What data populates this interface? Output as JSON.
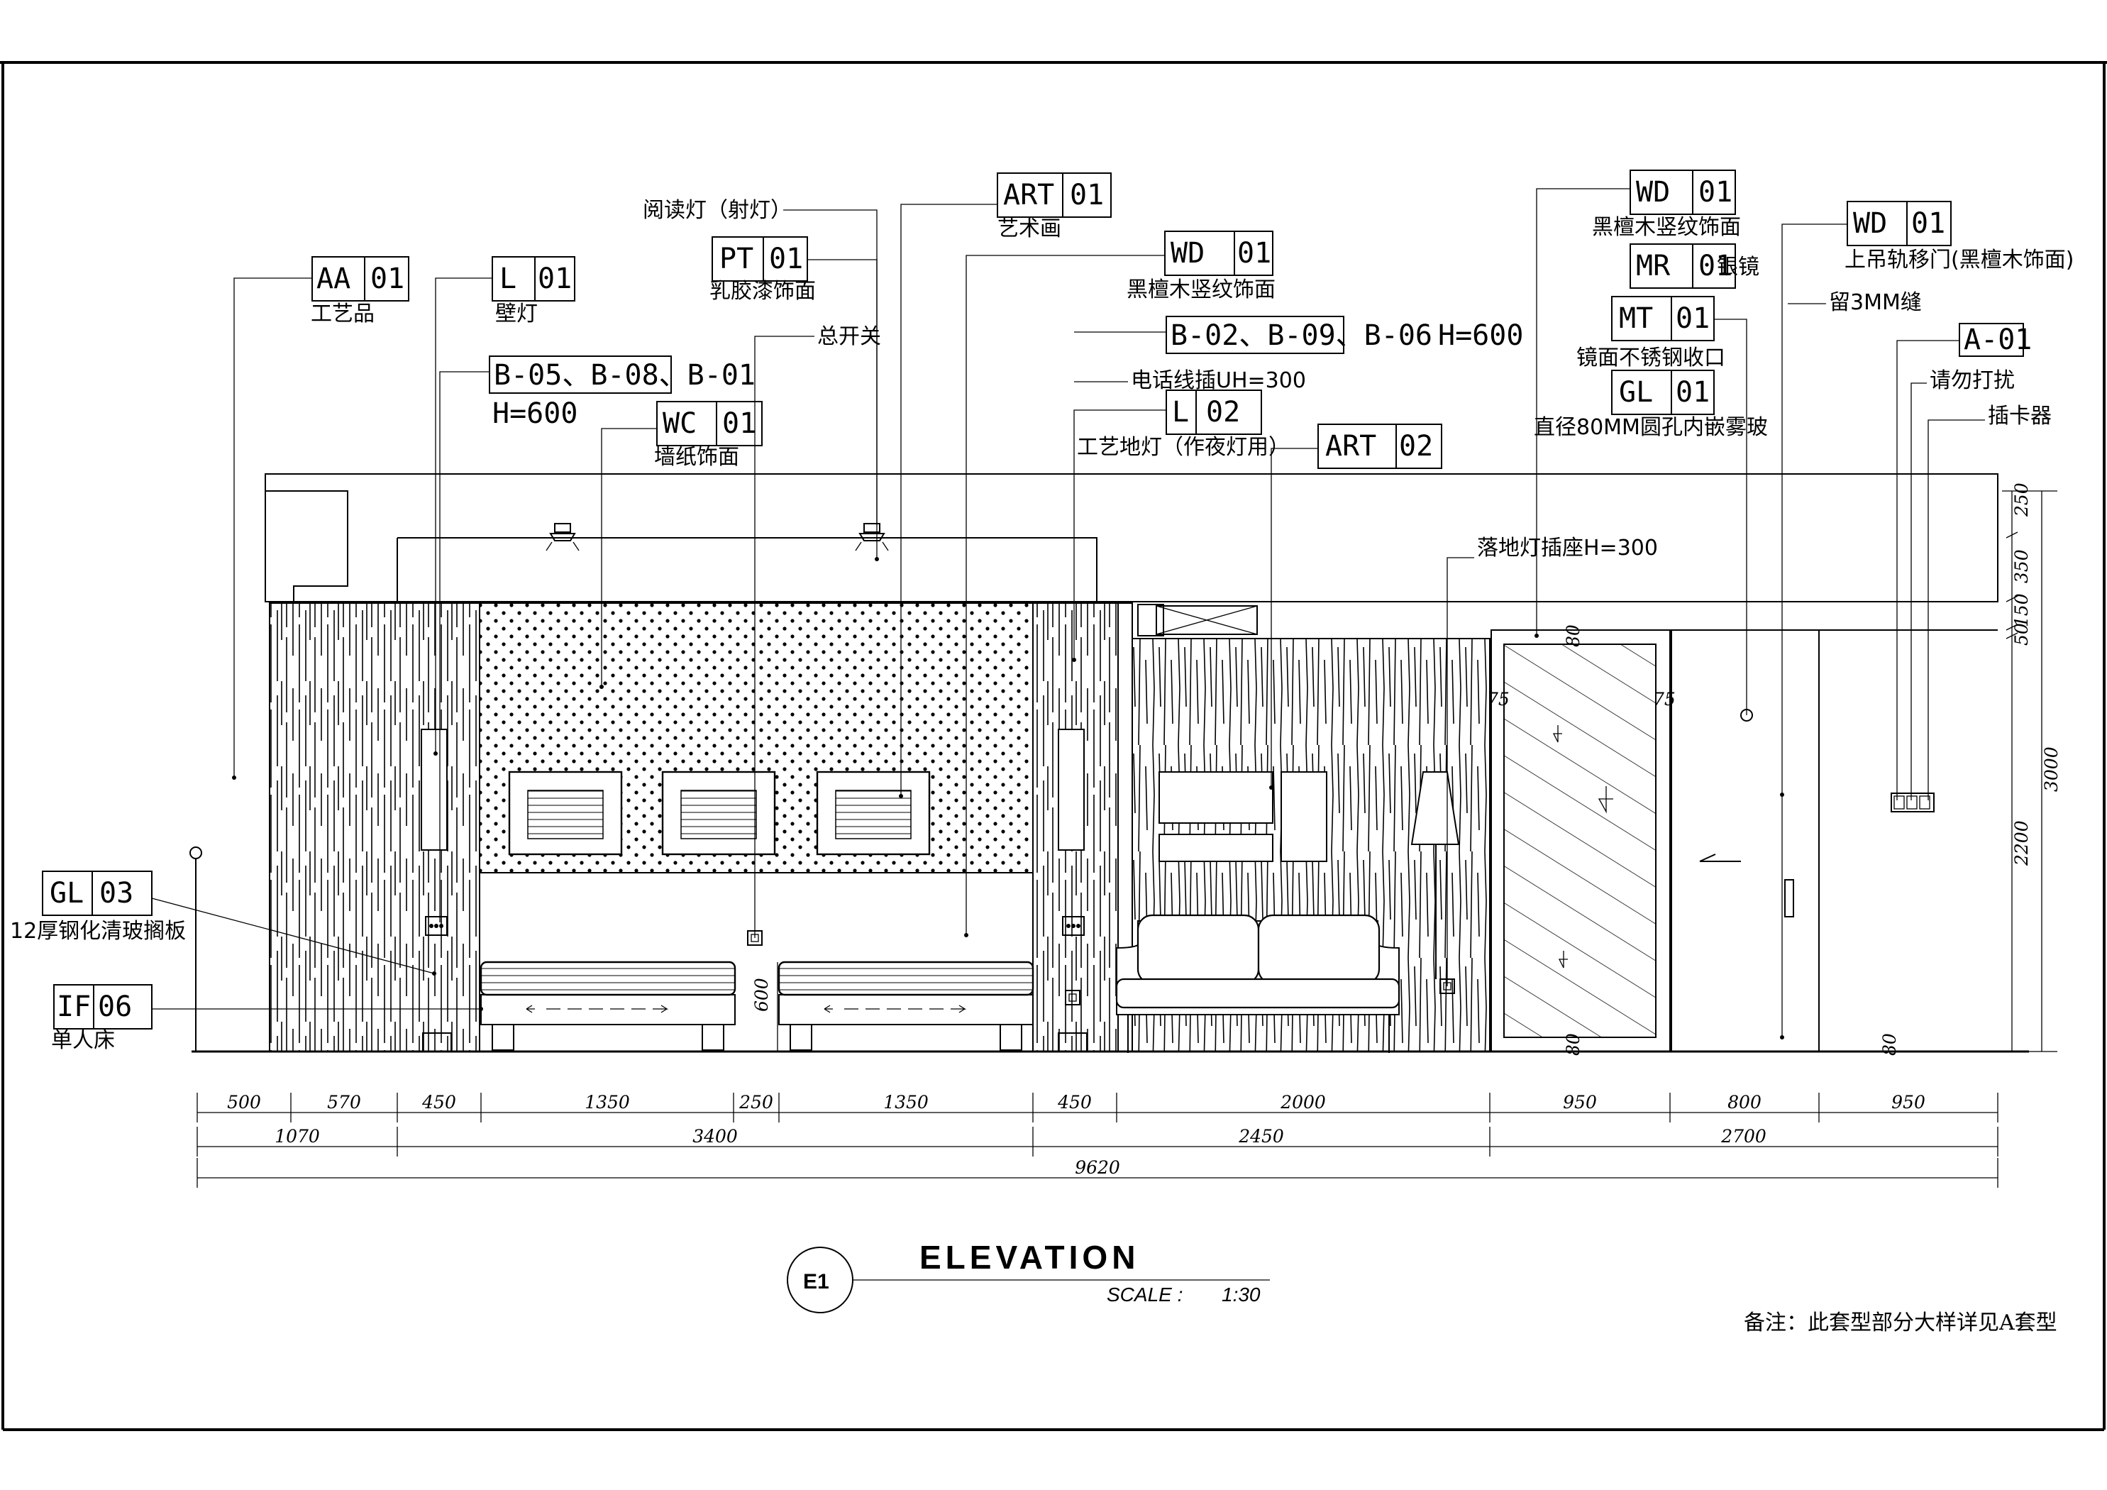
{
  "title": {
    "name": "ELEVATION",
    "marker": "E1",
    "scale_label": "SCALE :",
    "scale_value": "1:30"
  },
  "remark": "备注：此套型部分大样详见A套型",
  "tags": [
    {
      "code": "AA",
      "num": "01",
      "label": "工艺品"
    },
    {
      "code": "L",
      "num": "01",
      "label": "壁灯"
    },
    {
      "code": "PT",
      "num": "01",
      "label": "乳胶漆饰面"
    },
    {
      "code": "ART",
      "num": "01",
      "label": "艺术画"
    },
    {
      "code": "WD",
      "num": "01",
      "label": "黑檀木竖纹饰面"
    },
    {
      "code": "WC",
      "num": "01",
      "label": "墙纸饰面"
    },
    {
      "code": "L",
      "num": "02",
      "label": ""
    },
    {
      "code": "ART",
      "num": "02",
      "label": ""
    },
    {
      "code": "WD",
      "num": "01",
      "label": "黑檀木竖纹饰面"
    },
    {
      "code": "MR",
      "num": "01",
      "label": "银镜"
    },
    {
      "code": "MT",
      "num": "01",
      "label": "镜面不锈钢收口"
    },
    {
      "code": "GL",
      "num": "01",
      "label": "直径80MM圆孔内嵌雾玻"
    },
    {
      "code": "WD",
      "num": "01",
      "label": "上吊轨移门(黑檀木饰面)"
    },
    {
      "code": "A",
      "num": "01",
      "label": ""
    },
    {
      "code": "GL",
      "num": "03",
      "label": "12厚钢化清玻搁板"
    },
    {
      "code": "IF",
      "num": "06",
      "label": "单人床"
    }
  ],
  "socket_boxes": [
    {
      "text": "B-05、B-08、B-01",
      "sub": "H=600"
    },
    {
      "text": "B-02、B-09、B-06",
      "sub": "H=600"
    }
  ],
  "notes": {
    "reading_light": "阅读灯（射灯）",
    "main_switch": "总开关",
    "phone_socket": "电话线插UH=300",
    "floor_lamp": "工艺地灯（作夜灯用）",
    "floor_socket": "落地灯插座H=300",
    "gap": "留3MM缝",
    "dnd": "请勿打扰",
    "card": "插卡器"
  },
  "dims_row1": [
    "500",
    "570",
    "450",
    "1350",
    "250",
    "1350",
    "450",
    "2000",
    "950",
    "800",
    "950"
  ],
  "dims_row2": [
    "1070",
    "3400",
    "2450",
    "2700"
  ],
  "dims_total": "9620",
  "dims_vertical": [
    "250",
    "350",
    "150",
    "50",
    "3000",
    "2200"
  ],
  "dims_misc": {
    "bed_height": "600",
    "door_top": "80",
    "door_bottom": "80",
    "door_side": "75",
    "right_bottom": "80"
  }
}
